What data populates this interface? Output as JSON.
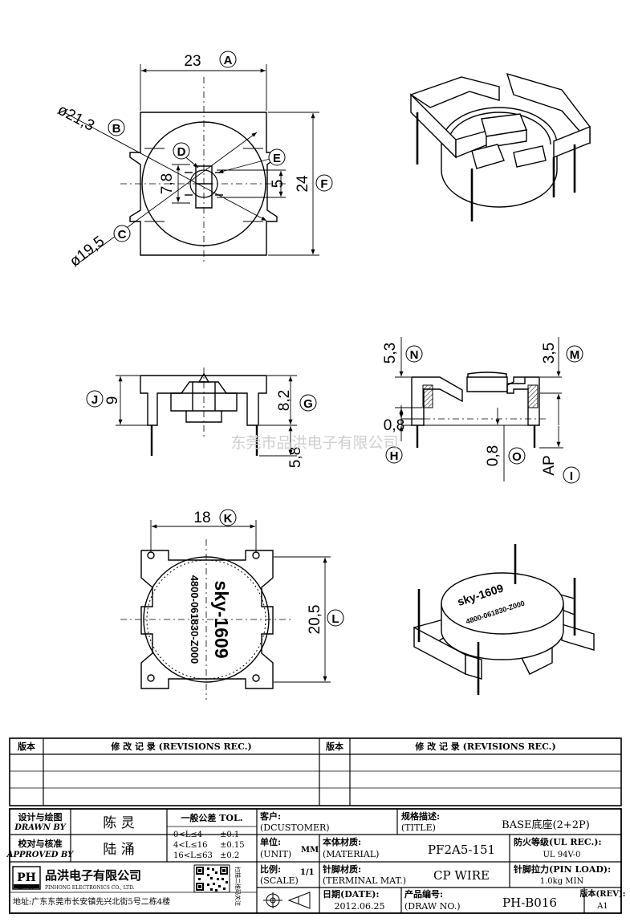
{
  "dimensions": {
    "A": {
      "value": "23",
      "letter": "A"
    },
    "B": {
      "value": "ø21,3",
      "letter": "B"
    },
    "C": {
      "value": "ø19,5",
      "letter": "C"
    },
    "D": {
      "value": "7,8",
      "letter": "D"
    },
    "E": {
      "value": "5",
      "letter": "E"
    },
    "F": {
      "value": "24",
      "letter": "F"
    },
    "G": {
      "value": "8,2",
      "letter": "G"
    },
    "H": {
      "value": "0,8",
      "letter": "H"
    },
    "I": {
      "value": "AP",
      "letter": "I"
    },
    "J": {
      "value": "9",
      "letter": "J"
    },
    "K": {
      "value": "18",
      "letter": "K"
    },
    "L": {
      "value": "20,5",
      "letter": "L"
    },
    "M": {
      "value": "3,5",
      "letter": "M"
    },
    "N": {
      "value": "5,3",
      "letter": "N"
    },
    "O": {
      "value": "0,8",
      "letter": "O"
    },
    "pin_length": {
      "value": "5,8"
    }
  },
  "part_marking": {
    "line1": "sky-1609",
    "line2": "4800-061830-Z000"
  },
  "watermark": "东莞市品洪电子有限公司",
  "title_block": {
    "rev_header": "版本",
    "revisions_header": "修 改 记 录 (REVISIONS REC.)",
    "drawn_by_cn": "设计与绘图",
    "drawn_by_en": "DRAWN BY",
    "drawn_by_name": "陈 灵",
    "approved_cn": "校对与核准",
    "approved_en": "APPROVED BY",
    "approved_name": "陆 涌",
    "tol_title": "一般公差 TOL.",
    "tol_rows": [
      {
        "range": "0<L≤4",
        "tol": "±0.1"
      },
      {
        "range": "4<L≤16",
        "tol": "±0.15"
      },
      {
        "range": "16<L≤63",
        "tol": "±0.2"
      }
    ],
    "customer_cn": "客户:",
    "customer_en": "(DCUSTOMER)",
    "unit_cn": "单位:",
    "unit_en": "(UNIT)",
    "unit_value": "MM",
    "scale_cn": "比例:",
    "scale_en": "(SCALE)",
    "scale_value": "1/1",
    "material_cn": "本体材质:",
    "material_en": "(MATERIAL)",
    "material_value": "PF2A5-151",
    "terminal_cn": "针脚材质:",
    "terminal_en": "(TERMINAL MAT.)",
    "terminal_value": "CP WIRE",
    "title_cn": "规格描述:",
    "title_en": "(TITLE)",
    "title_value": "BASE底座(2+2P)",
    "ul_label": "防火等级(UL REC.):",
    "ul_value": "UL 94V-0",
    "pin_load_label": "针脚拉力(PIN LOAD):",
    "pin_load_value": "1.0kg MIN",
    "date_label": "日期(DATE):",
    "date_value": "2012.06.25",
    "drawno_cn": "产品编号:",
    "drawno_en": "(DRAW NO.)",
    "drawno_value": "PH-B016",
    "rev_label": "版本(REV):",
    "rev_value": "A1",
    "company_cn": "品洪电子有限公司",
    "company_en": "PINHONG ELECTRONICS CO., LTD.",
    "logo_letters": "PH",
    "logo_sub": "品洪 电子",
    "address": "地址:广东东莞市长安镇先兴北街5号二栋4楼",
    "qr_side_text": "扫描二维码关注"
  }
}
